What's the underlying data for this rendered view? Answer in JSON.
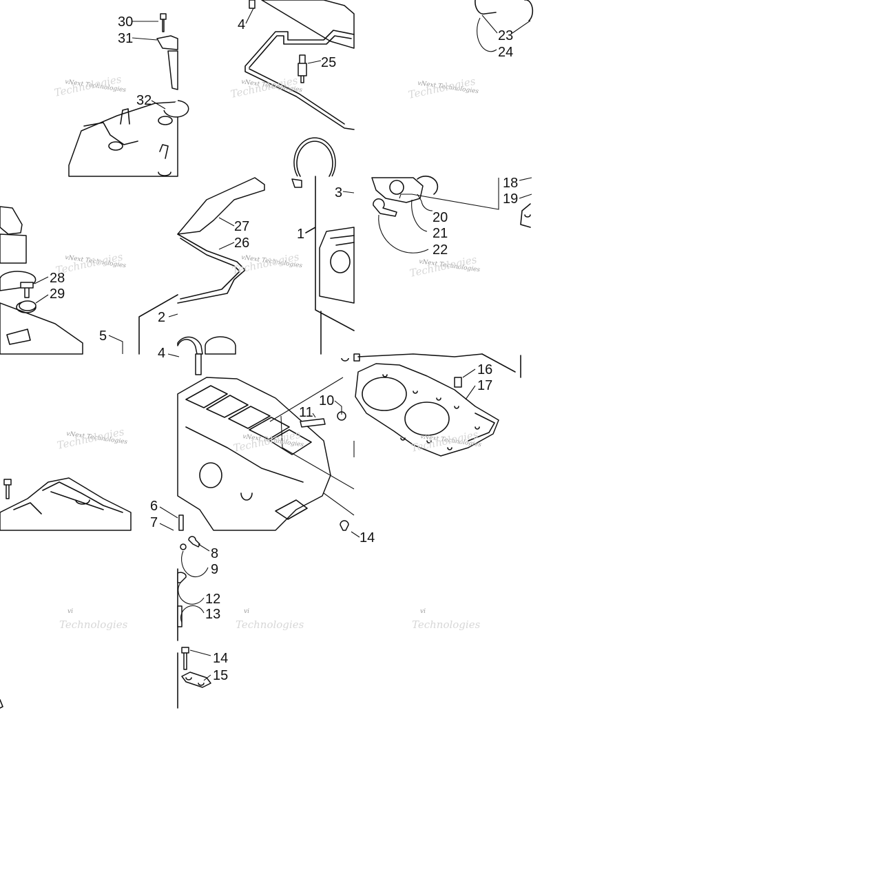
{
  "diagram": {
    "callouts": [
      "30",
      "31",
      "32",
      "4",
      "25",
      "23",
      "24",
      "27",
      "26",
      "28",
      "29",
      "5",
      "2",
      "1",
      "3",
      "18",
      "19",
      "20",
      "21",
      "22",
      "16",
      "17",
      "10",
      "11",
      "4",
      "6",
      "7",
      "8",
      "9",
      "12",
      "13",
      "14",
      "15",
      "14"
    ],
    "watermarks": {
      "tile_text": "vNext Technologies",
      "faint_text": "Technologies"
    },
    "bottom_row_fragment": "vi"
  }
}
